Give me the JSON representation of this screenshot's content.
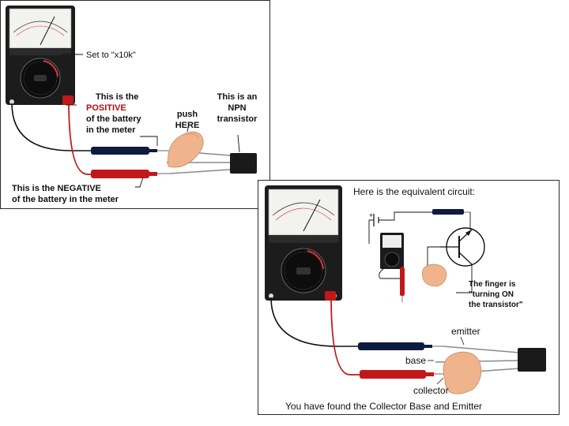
{
  "top_panel": {
    "set_label": "Set to \"x10k\"",
    "positive_line1_a": "This is the",
    "positive_line2_red": "POSITIVE",
    "positive_line3_a": "of the battery",
    "positive_line4_a": "in the meter",
    "negative_line1_a": "This is the ",
    "negative_line1_red": "NEGATIVE",
    "negative_line2": "of the battery in the meter",
    "push_line1": "push",
    "push_line2": "HERE",
    "npn_line1": "This is an",
    "npn_line2": "NPN",
    "npn_line3": "transistor"
  },
  "bottom_panel": {
    "equiv_title": "Here is the equivalent circuit:",
    "finger_line1": "The finger is",
    "finger_line2": "\"turning ON",
    "finger_line3": "the transistor\"",
    "emitter": "emitter",
    "base": "base",
    "collector": "collector",
    "found_text": "You have found the Collector Base and Emitter",
    "plus_sign": "+"
  },
  "colors": {
    "probe_black": "#0d1b3e",
    "probe_red": "#c2181b",
    "meter_body": "#151515",
    "finger": "#f0b48c",
    "transistor": "#1a1a1a"
  }
}
